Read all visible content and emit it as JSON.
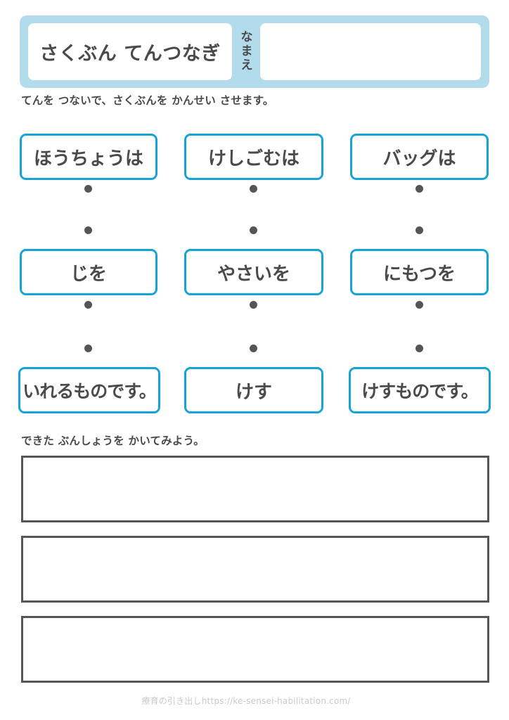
{
  "header": {
    "title": "さくぶん てんつなぎ",
    "name_label_chars": [
      "な",
      "ま",
      "え"
    ],
    "name_value": "",
    "band_color": "#b2dcec"
  },
  "instruction": "てんを つないで、さくぶんを かんせい させます。",
  "columns": [
    {
      "subject": "ほうちょうは",
      "object": "じを",
      "predicate": "いれるものです。"
    },
    {
      "subject": "けしごむは",
      "object": "やさいを",
      "predicate": "けす"
    },
    {
      "subject": "バッグは",
      "object": "にもつを",
      "predicate": "けすものです。"
    }
  ],
  "rows": {
    "row1_label": "subject-row",
    "row2_label": "object-row",
    "row3_label": "predicate-row"
  },
  "write_prompt": "できた ぶんしょうを かいてみよう。",
  "answer_lines": [
    "",
    "",
    ""
  ],
  "footer": "療育の引き出しhttps://ke-sensei-habilitation.com/",
  "colors": {
    "box_border": "#16a3d6",
    "text": "#4a4a4a",
    "dot": "#555555",
    "answer_border": "#565656",
    "footer_text": "#c9c9c9"
  }
}
